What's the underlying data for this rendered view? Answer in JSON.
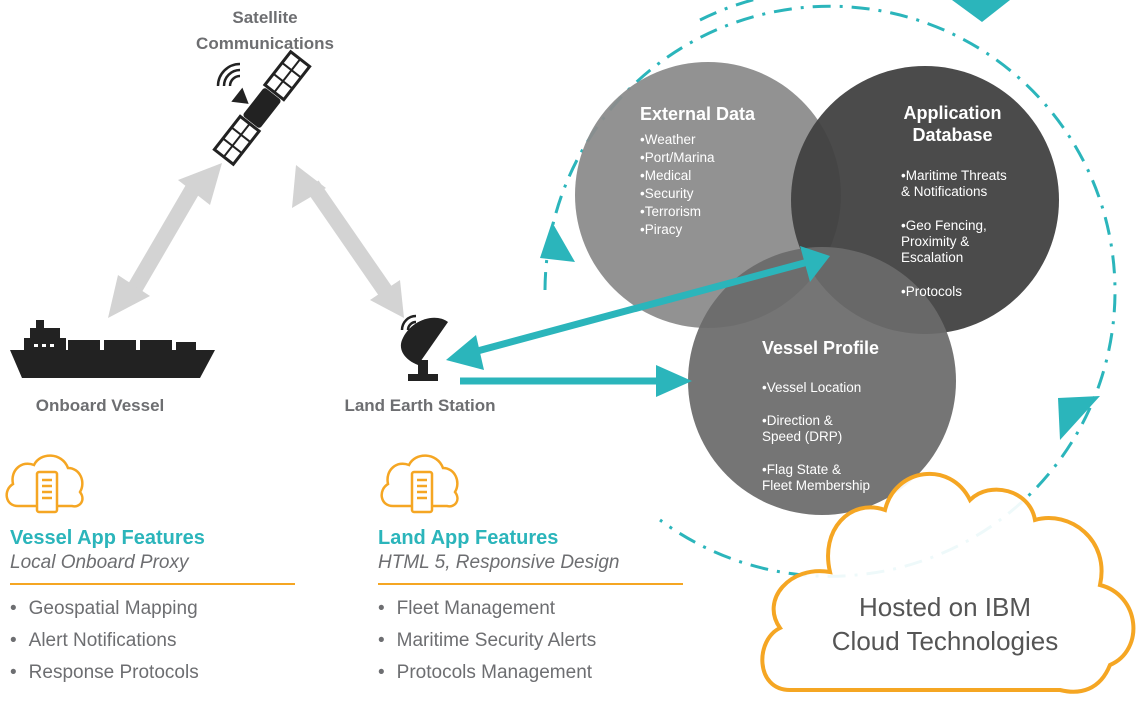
{
  "nodes": {
    "satellite": "Satellite\nCommunications",
    "vessel": "Onboard Vessel",
    "earth_station": "Land Earth Station"
  },
  "vessel_panel": {
    "title": "Vessel App Features",
    "subtitle": "Local Onboard Proxy",
    "items": [
      "Geospatial Mapping",
      "Alert Notifications",
      "Response Protocols"
    ]
  },
  "land_panel": {
    "title": "Land App Features",
    "subtitle": "HTML 5, Responsive Design",
    "items": [
      "Fleet Management",
      "Maritime Security Alerts",
      "Protocols Management"
    ]
  },
  "circles": {
    "external": {
      "title": "External Data",
      "items": [
        "Weather",
        "Port/Marina",
        "Medical",
        "Security",
        "Terrorism",
        "Piracy"
      ]
    },
    "database": {
      "title": "Application\nDatabase",
      "items": [
        "Maritime Threats\n& Notifications",
        "Geo Fencing,\nProximity &\nEscalation",
        "Protocols"
      ]
    },
    "profile": {
      "title": "Vessel Profile",
      "items": [
        "Vessel Location",
        "Direction &\nSpeed (DRP)",
        "Flag State &\nFleet Membership"
      ]
    }
  },
  "cloud": {
    "text": "Hosted on IBM\nCloud Technologies"
  },
  "colors": {
    "teal": "#2bb5bb",
    "orange": "#f5a623",
    "gray_arrow": "#d3d3d3",
    "circle_external": "#8c8c8c",
    "circle_database": "#414141",
    "circle_profile": "#6a6a6a",
    "text_gray": "#6d6e71"
  }
}
